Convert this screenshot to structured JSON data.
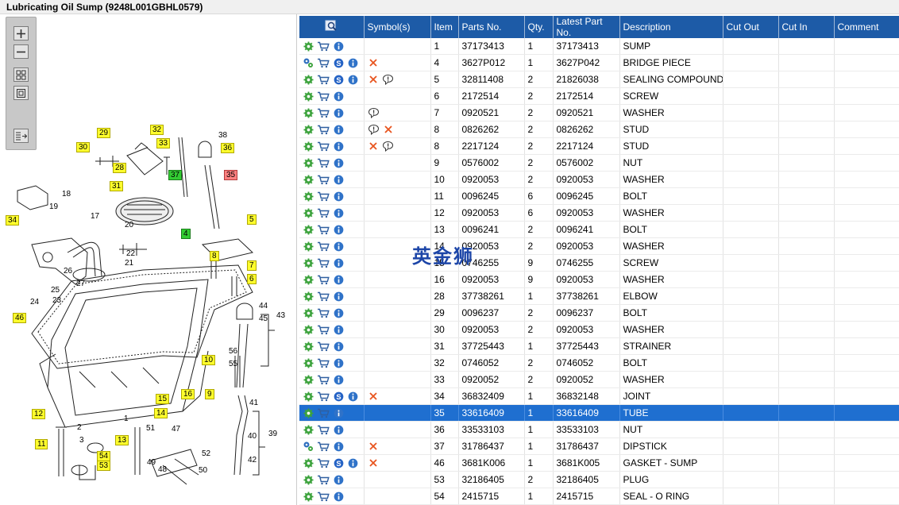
{
  "window": {
    "title": "Lubricating Oil Sump (9248L001GBHL0579)"
  },
  "toolbar": {
    "buttons": [
      "zoom-in",
      "zoom-out",
      "fit-all",
      "fit-window",
      "export"
    ]
  },
  "watermark": {
    "text": "英金狮"
  },
  "table": {
    "columns": [
      "",
      "Symbol(s)",
      "Item",
      "Parts No.",
      "Qty.",
      "Latest Part No.",
      "Description",
      "Cut Out",
      "Cut In",
      "Comment"
    ],
    "rows": [
      {
        "gear": "gear-icon",
        "s": false,
        "sym": [],
        "item": "1",
        "part": "37173413",
        "qty": "1",
        "latest": "37173413",
        "desc": "SUMP"
      },
      {
        "gear": "gears-icon",
        "s": true,
        "sym": [
          "x"
        ],
        "item": "4",
        "part": "3627P012",
        "qty": "1",
        "latest": "3627P042",
        "desc": "BRIDGE PIECE"
      },
      {
        "gear": "gear-icon",
        "s": true,
        "sym": [
          "x",
          "comment"
        ],
        "item": "5",
        "part": "32811408",
        "qty": "2",
        "latest": "21826038",
        "desc": "SEALING COMPOUND"
      },
      {
        "gear": "gear-icon",
        "s": false,
        "sym": [],
        "item": "6",
        "part": "2172514",
        "qty": "2",
        "latest": "2172514",
        "desc": "SCREW"
      },
      {
        "gear": "gear-icon",
        "s": false,
        "sym": [
          "comment"
        ],
        "item": "7",
        "part": "0920521",
        "qty": "2",
        "latest": "0920521",
        "desc": "WASHER"
      },
      {
        "gear": "gear-icon",
        "s": false,
        "sym": [
          "comment",
          "x"
        ],
        "item": "8",
        "part": "0826262",
        "qty": "2",
        "latest": "0826262",
        "desc": "STUD"
      },
      {
        "gear": "gear-icon",
        "s": false,
        "sym": [
          "x",
          "comment"
        ],
        "item": "8",
        "part": "2217124",
        "qty": "2",
        "latest": "2217124",
        "desc": "STUD"
      },
      {
        "gear": "gear-icon",
        "s": false,
        "sym": [],
        "item": "9",
        "part": "0576002",
        "qty": "2",
        "latest": "0576002",
        "desc": "NUT"
      },
      {
        "gear": "gear-icon",
        "s": false,
        "sym": [],
        "item": "10",
        "part": "0920053",
        "qty": "2",
        "latest": "0920053",
        "desc": "WASHER"
      },
      {
        "gear": "gear-icon",
        "s": false,
        "sym": [],
        "item": "11",
        "part": "0096245",
        "qty": "6",
        "latest": "0096245",
        "desc": "BOLT"
      },
      {
        "gear": "gear-icon",
        "s": false,
        "sym": [],
        "item": "12",
        "part": "0920053",
        "qty": "6",
        "latest": "0920053",
        "desc": "WASHER"
      },
      {
        "gear": "gear-icon",
        "s": false,
        "sym": [],
        "item": "13",
        "part": "0096241",
        "qty": "2",
        "latest": "0096241",
        "desc": "BOLT"
      },
      {
        "gear": "gear-icon",
        "s": false,
        "sym": [],
        "item": "14",
        "part": "0920053",
        "qty": "2",
        "latest": "0920053",
        "desc": "WASHER"
      },
      {
        "gear": "gear-icon",
        "s": false,
        "sym": [],
        "item": "15",
        "part": "0746255",
        "qty": "9",
        "latest": "0746255",
        "desc": "SCREW"
      },
      {
        "gear": "gear-icon",
        "s": false,
        "sym": [],
        "item": "16",
        "part": "0920053",
        "qty": "9",
        "latest": "0920053",
        "desc": "WASHER"
      },
      {
        "gear": "gear-icon",
        "s": false,
        "sym": [],
        "item": "28",
        "part": "37738261",
        "qty": "1",
        "latest": "37738261",
        "desc": "ELBOW"
      },
      {
        "gear": "gear-icon",
        "s": false,
        "sym": [],
        "item": "29",
        "part": "0096237",
        "qty": "2",
        "latest": "0096237",
        "desc": "BOLT"
      },
      {
        "gear": "gear-icon",
        "s": false,
        "sym": [],
        "item": "30",
        "part": "0920053",
        "qty": "2",
        "latest": "0920053",
        "desc": "WASHER"
      },
      {
        "gear": "gear-icon",
        "s": false,
        "sym": [],
        "item": "31",
        "part": "37725443",
        "qty": "1",
        "latest": "37725443",
        "desc": "STRAINER"
      },
      {
        "gear": "gear-icon",
        "s": false,
        "sym": [],
        "item": "32",
        "part": "0746052",
        "qty": "2",
        "latest": "0746052",
        "desc": "BOLT"
      },
      {
        "gear": "gear-icon",
        "s": false,
        "sym": [],
        "item": "33",
        "part": "0920052",
        "qty": "2",
        "latest": "0920052",
        "desc": "WASHER"
      },
      {
        "gear": "gear-icon",
        "s": true,
        "sym": [
          "x"
        ],
        "item": "34",
        "part": "36832409",
        "qty": "1",
        "latest": "36832148",
        "desc": "JOINT"
      },
      {
        "gear": "gear-icon",
        "s": false,
        "sym": [],
        "item": "35",
        "part": "33616409",
        "qty": "1",
        "latest": "33616409",
        "desc": "TUBE",
        "selected": true
      },
      {
        "gear": "gear-icon",
        "s": false,
        "sym": [],
        "item": "36",
        "part": "33533103",
        "qty": "1",
        "latest": "33533103",
        "desc": "NUT"
      },
      {
        "gear": "gears-icon",
        "s": false,
        "sym": [
          "x"
        ],
        "item": "37",
        "part": "31786437",
        "qty": "1",
        "latest": "31786437",
        "desc": "DIPSTICK"
      },
      {
        "gear": "gear-icon",
        "s": true,
        "sym": [
          "x"
        ],
        "item": "46",
        "part": "3681K006",
        "qty": "1",
        "latest": "3681K005",
        "desc": "GASKET - SUMP"
      },
      {
        "gear": "gear-icon",
        "s": false,
        "sym": [],
        "item": "53",
        "part": "32186405",
        "qty": "2",
        "latest": "32186405",
        "desc": "PLUG"
      },
      {
        "gear": "gear-icon",
        "s": false,
        "sym": [],
        "item": "54",
        "part": "2415715",
        "qty": "1",
        "latest": "2415715",
        "desc": "SEAL - O RING"
      }
    ]
  },
  "diagram": {
    "callouts": [
      {
        "t": "29",
        "c": "y"
      },
      {
        "t": "30",
        "c": "y"
      },
      {
        "t": "32",
        "c": "y"
      },
      {
        "t": "33",
        "c": "y"
      },
      {
        "t": "28",
        "c": "y"
      },
      {
        "t": "37",
        "c": "g"
      },
      {
        "t": "38",
        "c": "p"
      },
      {
        "t": "36",
        "c": "y"
      },
      {
        "t": "35",
        "c": "r"
      },
      {
        "t": "31",
        "c": "y"
      },
      {
        "t": "18",
        "c": "p"
      },
      {
        "t": "19",
        "c": "p"
      },
      {
        "t": "17",
        "c": "p"
      },
      {
        "t": "34",
        "c": "y"
      },
      {
        "t": "20",
        "c": "p"
      },
      {
        "t": "5",
        "c": "y"
      },
      {
        "t": "4",
        "c": "g"
      },
      {
        "t": "22",
        "c": "p"
      },
      {
        "t": "21",
        "c": "p"
      },
      {
        "t": "8",
        "c": "y"
      },
      {
        "t": "7",
        "c": "y"
      },
      {
        "t": "6",
        "c": "y"
      },
      {
        "t": "26",
        "c": "p"
      },
      {
        "t": "25",
        "c": "p"
      },
      {
        "t": "27",
        "c": "p"
      },
      {
        "t": "24",
        "c": "p"
      },
      {
        "t": "23",
        "c": "p"
      },
      {
        "t": "44",
        "c": "p"
      },
      {
        "t": "45",
        "c": "p"
      },
      {
        "t": "43",
        "c": "p"
      },
      {
        "t": "46",
        "c": "y"
      },
      {
        "t": "56",
        "c": "p"
      },
      {
        "t": "10",
        "c": "y"
      },
      {
        "t": "55",
        "c": "p"
      },
      {
        "t": "16",
        "c": "y"
      },
      {
        "t": "9",
        "c": "y"
      },
      {
        "t": "15",
        "c": "y"
      },
      {
        "t": "14",
        "c": "y"
      },
      {
        "t": "12",
        "c": "y"
      },
      {
        "t": "1",
        "c": "p"
      },
      {
        "t": "41",
        "c": "p"
      },
      {
        "t": "2",
        "c": "p"
      },
      {
        "t": "3",
        "c": "p"
      },
      {
        "t": "51",
        "c": "p"
      },
      {
        "t": "47",
        "c": "p"
      },
      {
        "t": "39",
        "c": "p"
      },
      {
        "t": "40",
        "c": "p"
      },
      {
        "t": "13",
        "c": "y"
      },
      {
        "t": "11",
        "c": "y"
      },
      {
        "t": "54",
        "c": "y"
      },
      {
        "t": "53",
        "c": "y"
      },
      {
        "t": "52",
        "c": "p"
      },
      {
        "t": "49",
        "c": "p"
      },
      {
        "t": "48",
        "c": "p"
      },
      {
        "t": "50",
        "c": "p"
      },
      {
        "t": "42",
        "c": "p"
      }
    ]
  }
}
